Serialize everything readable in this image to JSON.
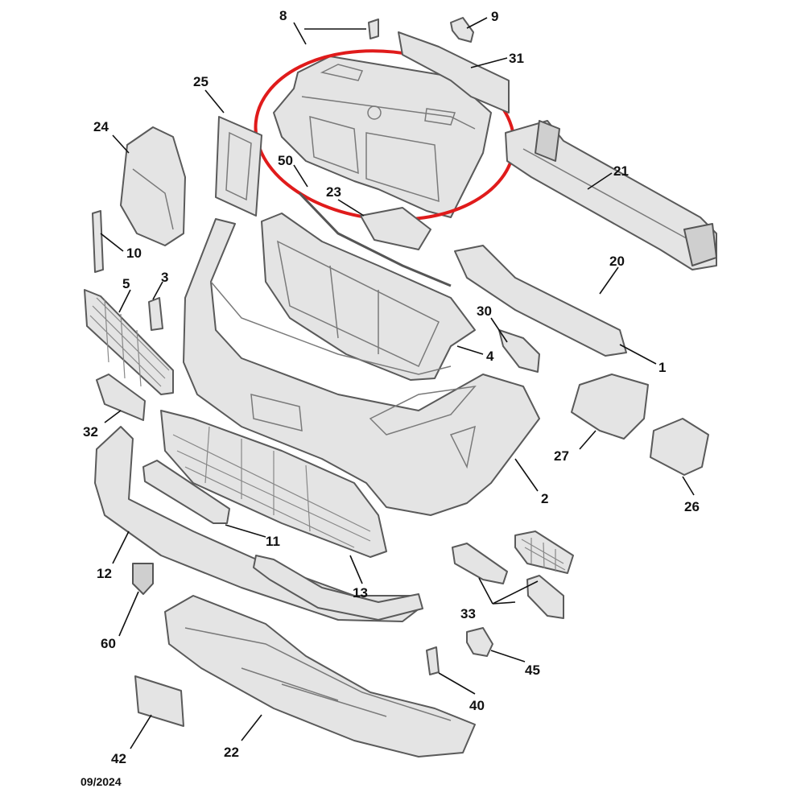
{
  "callouts": [
    "8",
    "9",
    "31",
    "25",
    "24",
    "50",
    "23",
    "21",
    "10",
    "3",
    "5",
    "20",
    "30",
    "4",
    "1",
    "32",
    "27",
    "26",
    "2",
    "11",
    "12",
    "13",
    "33",
    "60",
    "45",
    "40",
    "42",
    "22"
  ],
  "date": "09/2024",
  "colors": {
    "highlight": "#e01b1b",
    "part_fill": "#e4e4e4",
    "outline": "#5a5a5a"
  }
}
